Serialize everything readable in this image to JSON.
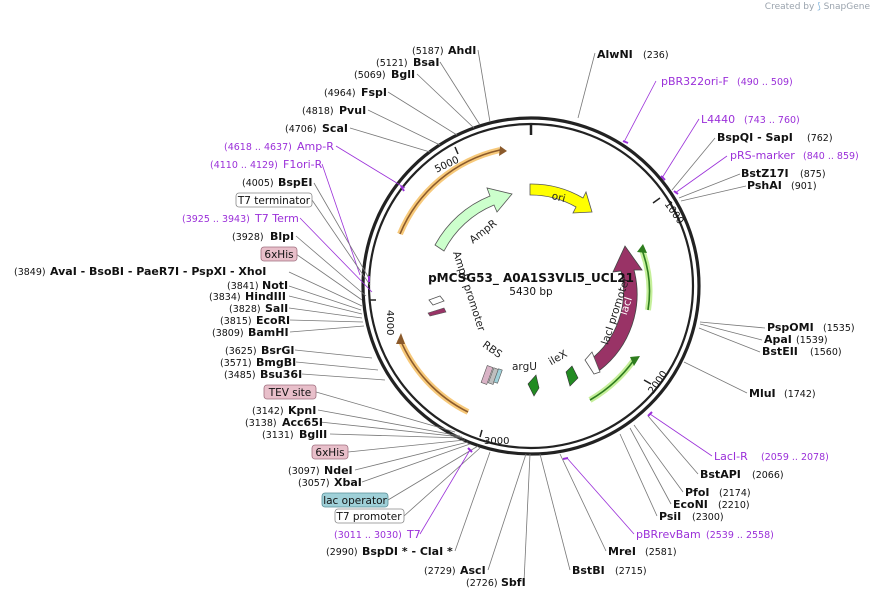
{
  "watermark": {
    "prefix": "Created by",
    "brand": "SnapGene"
  },
  "plasmid": {
    "name": "pMCSG53_ A0A1S3VLI5_UCL21",
    "size": "5430 bp",
    "length": 5430
  },
  "colors": {
    "backbone": "#222222",
    "ori": "#ffff00",
    "ampr": "#ccffcc",
    "laci": "#993366",
    "primer": "#9b30d9",
    "orange_halo": "#f5a623",
    "green_halo": "#66cc33",
    "trna": "#228b22"
  },
  "ruler": [
    "1000",
    "2000",
    "3000",
    "4000",
    "5000"
  ],
  "sites_right": [
    {
      "name": "AlwNI",
      "pos": "(236)",
      "bp": 236
    },
    {
      "name": "BspQI   -  SapI",
      "pos": "(762)",
      "bp": 762
    },
    {
      "name": "BstZ17I",
      "pos": "(875)",
      "bp": 875
    },
    {
      "name": "PshAI",
      "pos": "(901)",
      "bp": 901
    },
    {
      "name": "PspOMI",
      "pos": "(1535)",
      "bp": 1535
    },
    {
      "name": "ApaI",
      "pos": "(1539)",
      "bp": 1539
    },
    {
      "name": "BstEII",
      "pos": "(1560)",
      "bp": 1560
    },
    {
      "name": "MluI",
      "pos": "(1742)",
      "bp": 1742
    },
    {
      "name": "BstAPI",
      "pos": "(2066)",
      "bp": 2066
    },
    {
      "name": "PfoI",
      "pos": "(2174)",
      "bp": 2174
    },
    {
      "name": "EcoNI",
      "pos": "(2210)",
      "bp": 2210
    },
    {
      "name": "PsiI",
      "pos": "(2300)",
      "bp": 2300
    },
    {
      "name": "MreI",
      "pos": "(2581)",
      "bp": 2581
    },
    {
      "name": "BstBI",
      "pos": "(2715)",
      "bp": 2715
    },
    {
      "name": "SbfI",
      "pos": "(2726)",
      "bp": 2726
    }
  ],
  "sites_left": [
    {
      "name": "AhdI",
      "pos": "(5187)",
      "bp": 5187
    },
    {
      "name": "BsaI",
      "pos": "(5121)",
      "bp": 5121
    },
    {
      "name": "BglI",
      "pos": "(5069)",
      "bp": 5069
    },
    {
      "name": "FspI",
      "pos": "(4964)",
      "bp": 4964
    },
    {
      "name": "PvuI",
      "pos": "(4818)",
      "bp": 4818
    },
    {
      "name": "ScaI",
      "pos": "(4706)",
      "bp": 4706
    },
    {
      "name": "BspEI",
      "pos": "(4005)",
      "bp": 4005
    },
    {
      "name": "BlpI",
      "pos": "(3928)",
      "bp": 3928
    },
    {
      "name": "AvaI   -  BsoBI   -  PaeR7I   -  PspXI   -  XhoI",
      "pos": "(3849)",
      "bp": 3849
    },
    {
      "name": "NotI",
      "pos": "(3841)",
      "bp": 3841
    },
    {
      "name": "HindIII",
      "pos": "(3834)",
      "bp": 3834
    },
    {
      "name": "SalI",
      "pos": "(3828)",
      "bp": 3828
    },
    {
      "name": "EcoRI",
      "pos": "(3815)",
      "bp": 3815
    },
    {
      "name": "BamHI",
      "pos": "(3809)",
      "bp": 3809
    },
    {
      "name": "BsrGI",
      "pos": "(3625)",
      "bp": 3625
    },
    {
      "name": "BmgBI",
      "pos": "(3571)",
      "bp": 3571
    },
    {
      "name": "Bsu36I",
      "pos": "(3485)",
      "bp": 3485
    },
    {
      "name": "KpnI",
      "pos": "(3142)",
      "bp": 3142
    },
    {
      "name": "Acc65I",
      "pos": "(3138)",
      "bp": 3138
    },
    {
      "name": "BglII",
      "pos": "(3131)",
      "bp": 3131
    },
    {
      "name": "NdeI",
      "pos": "(3097)",
      "bp": 3097
    },
    {
      "name": "XbaI",
      "pos": "(3057)",
      "bp": 3057
    },
    {
      "name": "BspDI *  -  ClaI *",
      "pos": "(2990)",
      "bp": 2990
    },
    {
      "name": "AscI",
      "pos": "(2729)",
      "bp": 2729
    }
  ],
  "primers": [
    {
      "name": "pBR322ori-F",
      "pos": "(490 .. 509)"
    },
    {
      "name": "L4440",
      "pos": "(743 .. 760)"
    },
    {
      "name": "pRS-marker",
      "pos": "(840 .. 859)"
    },
    {
      "name": "LacI-R",
      "pos": "(2059 .. 2078)"
    },
    {
      "name": "pBRrevBam",
      "pos": "(2539 .. 2558)"
    },
    {
      "name": "Amp-R",
      "pos": "(4618 .. 4637)"
    },
    {
      "name": "F1ori-R",
      "pos": "(4110 .. 4129)"
    },
    {
      "name": "T7 Term",
      "pos": "(3925 .. 3943)"
    },
    {
      "name": "T7",
      "pos": "(3011 .. 3030)"
    }
  ],
  "boxed_features": [
    {
      "name": "T7 terminator",
      "style": "white"
    },
    {
      "name": "6xHis",
      "style": "pink"
    },
    {
      "name": "TEV site",
      "style": "pink"
    },
    {
      "name": "6xHis",
      "style": "pink"
    },
    {
      "name": "lac operator",
      "style": "teal"
    },
    {
      "name": "T7 promoter",
      "style": "white"
    }
  ],
  "arrow_features": {
    "ori": "ori",
    "ampr": "AmpR",
    "ampr_promoter": "AmpR promoter",
    "laci": "lacI",
    "laci_promoter": "lacI promoter",
    "rbs": "RBS",
    "argu": "argU",
    "ilex": "ileX"
  }
}
